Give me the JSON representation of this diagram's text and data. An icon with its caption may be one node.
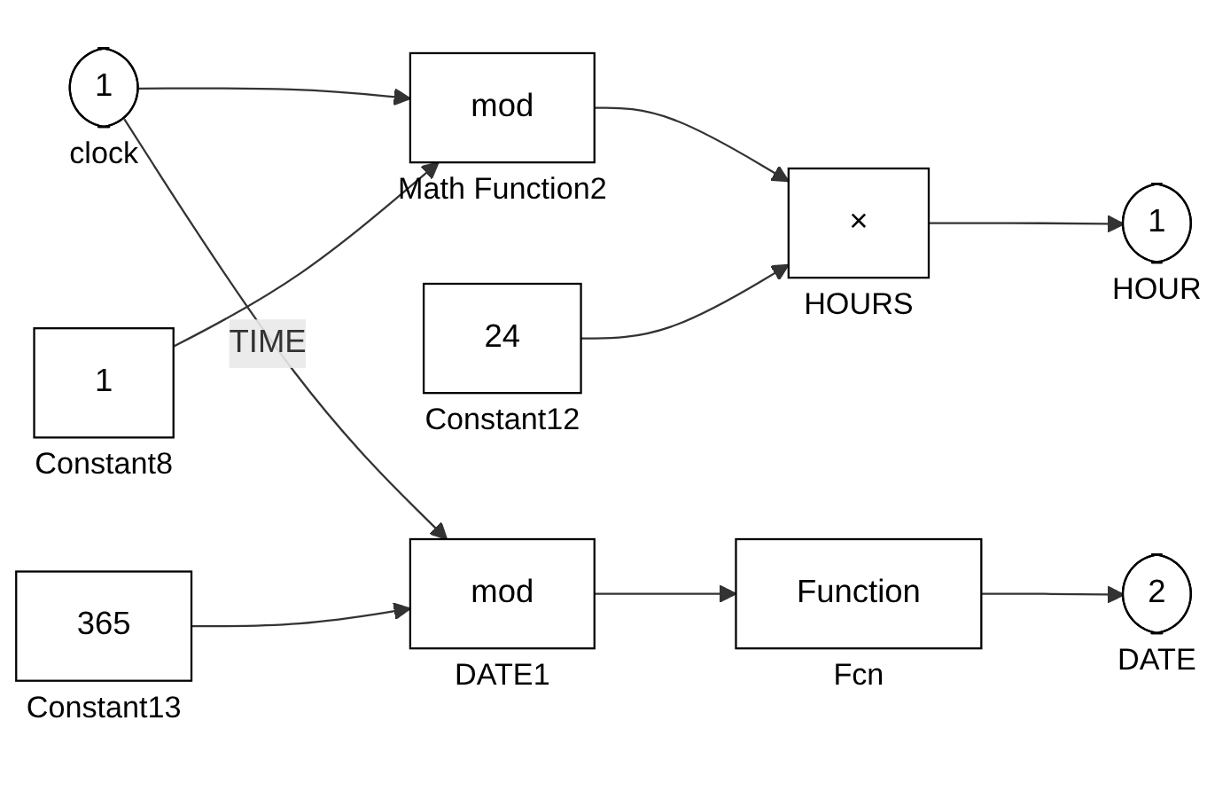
{
  "diagram": {
    "nodes": [
      {
        "text": [
          "1"
        ],
        "beside": [
          "clock"
        ]
      },
      {
        "text": [
          "1"
        ],
        "beside": [
          "Constant8"
        ]
      },
      {
        "text": [
          "mod"
        ],
        "beside": [
          "Math Function2"
        ]
      },
      {
        "text": [
          "×"
        ],
        "beside": [
          "HOURS"
        ]
      },
      {
        "text": [
          "24"
        ],
        "beside": [
          "Constant12"
        ]
      },
      {
        "text": [
          "1"
        ],
        "beside": [
          "HOUR"
        ]
      },
      {
        "text": [
          "365"
        ],
        "beside": [
          "Constant13"
        ]
      },
      {
        "text": [
          "mod"
        ],
        "beside": [
          "DATE1"
        ]
      },
      {
        "text": [
          "Function"
        ],
        "beside": [
          "Fcn"
        ]
      },
      {
        "text": [
          "2"
        ],
        "beside": [
          "DATE"
        ]
      }
    ],
    "edges": [
      {
        "from": 0,
        "to": 2,
        "arrow": "to"
      },
      {
        "from": 1,
        "to": 2,
        "arrow": "to"
      },
      {
        "from": 2,
        "to": 3,
        "arrow": "to"
      },
      {
        "from": 4,
        "to": 3,
        "arrow": "to"
      },
      {
        "from": 3,
        "to": 5,
        "arrow": "to"
      },
      {
        "from": 0,
        "to": 7,
        "arrow": "to",
        "label": "TIME"
      },
      {
        "from": 6,
        "to": 7,
        "arrow": "to"
      },
      {
        "from": 7,
        "to": 8,
        "arrow": "to"
      },
      {
        "from": 8,
        "to": 9,
        "arrow": "to"
      }
    ]
  }
}
